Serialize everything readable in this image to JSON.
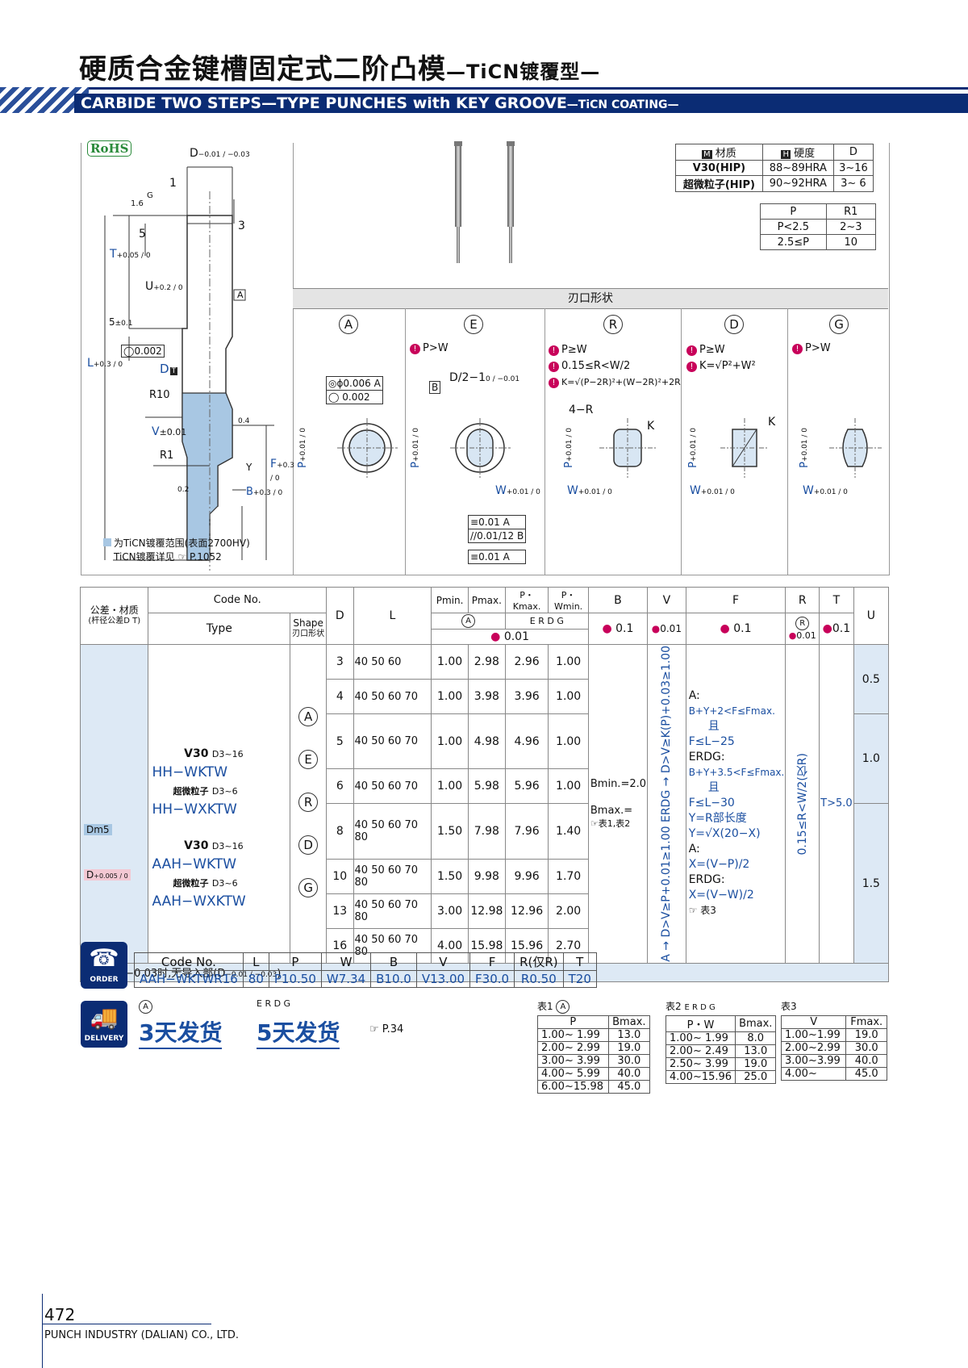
{
  "header": {
    "title_cn": "硬质合金键槽固定式二阶凸模",
    "title_cn_suffix": "—TiCN镀覆型—",
    "title_en": "CARBIDE TWO STEPS—TYPE PUNCHES with KEY GROOVE",
    "title_en_suffix": "—TiCN COATING—"
  },
  "diagram": {
    "rohs": "RoHS",
    "dim_d": "D",
    "dim_d_tol": "−0.01 / −0.03",
    "dim_1": "1",
    "dim_g": "G",
    "dim_16": "1.6",
    "dim_5": "5",
    "dim_3": "3",
    "dim_t": "T",
    "dim_t_tol": "+0.05 / 0",
    "dim_u": "U",
    "dim_u_tol": "+0.2 / 0",
    "dim_5b": "5",
    "dim_5b_tol": "±0.1",
    "dim_l": "L",
    "dim_l_tol": "+0.3 / 0",
    "datum_a": "A",
    "flatness": "0.002",
    "d_label": "D",
    "d_t": "T",
    "r10": "R10",
    "v_label": "V",
    "v_tol": "±0.01",
    "r1": "R1",
    "f_label": "F",
    "f_tol": "+0.3 / 0",
    "y_label": "Y",
    "b_label": "B",
    "b_tol": "+0.3 / 0",
    "g_04": "0.4",
    "g_02": "0.2",
    "legend1": "为TiCN镀覆范围(表面2700HV)",
    "legend2": "TiCN镀覆详见",
    "legend2_ref": "P.1052"
  },
  "material_table": {
    "headers": [
      "材质",
      "硬度",
      "D"
    ],
    "header_icons": [
      "M",
      "H",
      ""
    ],
    "rows": [
      [
        "V30(HIP)",
        "88~89HRA",
        "3~16"
      ],
      [
        "超微粒子(HIP)",
        "90~92HRA",
        "3~ 6"
      ]
    ]
  },
  "r_table": {
    "headers": [
      "P",
      "R1"
    ],
    "rows": [
      [
        "P<2.5",
        "2~3"
      ],
      [
        "2.5≤P",
        "10"
      ]
    ]
  },
  "shapes": {
    "heading": "刃口形状",
    "items": [
      {
        "letter": "A",
        "conds": []
      },
      {
        "letter": "E",
        "conds": [
          "P>W"
        ]
      },
      {
        "letter": "R",
        "conds": [
          "P≥W",
          "0.15≤R<W/2",
          "K=√(P−2R)²+(W−2R)²+2R"
        ]
      },
      {
        "letter": "D",
        "conds": [
          "P≥W",
          "K=√P²+W²"
        ]
      },
      {
        "letter": "G",
        "conds": [
          "P>W"
        ]
      }
    ],
    "a_tol1": "ϕ0.006 A",
    "a_tol2": "0.002",
    "p_label": "P",
    "p_tol": "+0.01 / 0",
    "w_label": "W",
    "w_tol": "+0.01 / 0",
    "e_top": "D/2−1",
    "e_top_tol": "0 / −0.01",
    "e_b": "B",
    "e_f1": "0.01 A",
    "e_f2": "0.01/12 B",
    "e_f3": "0.01 A",
    "r_corner": "4−R",
    "k_label": "K"
  },
  "main_table": {
    "h_tol_mat": "公差・材质",
    "h_tol_sub": "(杆径公差D T)",
    "h_code": "Code No.",
    "h_type": "Type",
    "h_shape": "Shape",
    "h_shape_cn": "刃口形状",
    "h_d": "D",
    "h_l": "L",
    "h_pmin": "Pmin.",
    "h_pmax": "Pmax.",
    "h_pk": "P・Kmax.",
    "h_pw": "P・Wmin.",
    "h_b": "B",
    "h_v": "V",
    "h_f": "F",
    "h_r": "R",
    "h_t": "T",
    "h_u": "U",
    "h_sub_a": "A",
    "h_sub_erdg": "E R D G",
    "h_unit": "0.01",
    "h_b_unit": "0.1",
    "h_v_unit": "0.01",
    "h_f_unit": "0.1",
    "h_r_unit": "0.01",
    "h_r_sub": "R",
    "h_t_unit": "0.1",
    "tol_dm5": "Dm5",
    "tol_d": "D",
    "tol_d_sup": "+0.005 / 0",
    "type_rows": [
      {
        "mat": "V30",
        "sub": "D3~16",
        "code": "HH−WKTW"
      },
      {
        "mat": "超微粒子",
        "sub": "D3~6",
        "code": "HH−WXKTW"
      },
      {
        "mat": "V30",
        "sub": "D3~16",
        "code": "AAH−WKTW"
      },
      {
        "mat": "超微粒子",
        "sub": "D3~6",
        "code": "AAH−WXKTW"
      }
    ],
    "shape_letters": [
      "A",
      "E",
      "R",
      "D",
      "G"
    ],
    "rows": [
      [
        "3",
        "40 50 60",
        "1.00",
        "2.98",
        "2.96",
        "1.00"
      ],
      [
        "4",
        "40 50 60 70",
        "1.00",
        "3.98",
        "3.96",
        "1.00"
      ],
      [
        "5",
        "40 50 60 70",
        "1.00",
        "4.98",
        "4.96",
        "1.00"
      ],
      [
        "6",
        "40 50 60 70",
        "1.00",
        "5.98",
        "5.96",
        "1.00"
      ],
      [
        "8",
        "40 50 60 70 80",
        "1.50",
        "7.98",
        "7.96",
        "1.40"
      ],
      [
        "10",
        "40 50 60 70 80",
        "1.50",
        "9.98",
        "9.96",
        "1.70"
      ],
      [
        "13",
        "40 50 60 70 80",
        "3.00",
        "12.98",
        "12.96",
        "2.00"
      ],
      [
        "16",
        "40 50 60 70 80",
        "4.00",
        "15.98",
        "15.96",
        "2.70"
      ]
    ],
    "b_text1": "Bmin.=2.0",
    "b_text2": "Bmax.=",
    "b_text3": "表1,表2",
    "v_text": "A → D>V≥P+0.01≥1.00   ERDG → D>V≥K(P)+0.03≥1.00",
    "f_lines": [
      "A:",
      "B+Y+2<F≤Fmax.",
      "且",
      "F≤L−25",
      "ERDG:",
      "B+Y+3.5<F≤Fmax.",
      "且",
      "F≤L−30",
      "Y=R部长度",
      "Y=√X(20−X)",
      "A:",
      "X=(V−P)/2",
      "ERDG:",
      "X=(V−W)/2",
      "表3"
    ],
    "r_text": "0.15≤R<W/2(仅R)",
    "t_text": "T>5.0",
    "u_vals": [
      "0.5",
      "1.0",
      "1.5"
    ],
    "note": "V>D−0.03时,无导入部(D",
    "note_tol": "−0.01 / −0.03",
    "note_end": ")"
  },
  "order": {
    "icon": "ORDER",
    "headers": [
      "Code No.",
      "L",
      "P",
      "W",
      "B",
      "V",
      "F",
      "R(仅R)",
      "T"
    ],
    "values": [
      "AAH−WKTWR16",
      "80",
      "P10.50",
      "W7.34",
      "B10.0",
      "V13.00",
      "F30.0",
      "R0.50",
      "T20"
    ]
  },
  "delivery": {
    "icon": "DELIVERY",
    "a_letter": "A",
    "a_text": "3天发货",
    "erdg": "E R D G",
    "erdg_text": "5天发货",
    "ref": "P.34"
  },
  "table1": {
    "title": "表1",
    "sub": "A",
    "headers": [
      "P",
      "Bmax."
    ],
    "rows": [
      [
        "1.00~ 1.99",
        "13.0"
      ],
      [
        "2.00~ 2.99",
        "19.0"
      ],
      [
        "3.00~ 3.99",
        "30.0"
      ],
      [
        "4.00~ 5.99",
        "40.0"
      ],
      [
        "6.00~15.98",
        "45.0"
      ]
    ]
  },
  "table2": {
    "title": "表2",
    "sub": "E R D G",
    "headers": [
      "P・W",
      "Bmax."
    ],
    "rows": [
      [
        "1.00~ 1.99",
        "8.0"
      ],
      [
        "2.00~ 2.49",
        "13.0"
      ],
      [
        "2.50~ 3.99",
        "19.0"
      ],
      [
        "4.00~15.96",
        "25.0"
      ]
    ]
  },
  "table3": {
    "title": "表3",
    "headers": [
      "V",
      "Fmax."
    ],
    "rows": [
      [
        "1.00~1.99",
        "19.0"
      ],
      [
        "2.00~2.99",
        "30.0"
      ],
      [
        "3.00~3.99",
        "40.0"
      ],
      [
        "4.00~",
        "45.0"
      ]
    ]
  },
  "footer": {
    "page": "472",
    "company": "PUNCH INDUSTRY (DALIAN) CO., LTD."
  }
}
